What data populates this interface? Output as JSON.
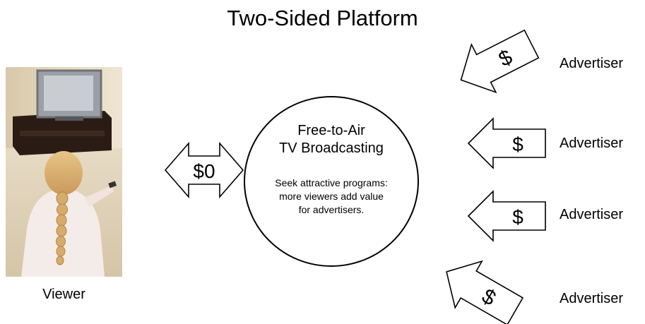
{
  "title": "Two-Sided Platform",
  "viewer": {
    "label": "Viewer",
    "exchange": "$0"
  },
  "platform": {
    "title_line1": "Free-to-Air",
    "title_line2": "TV Broadcasting",
    "desc_line1": "Seek attractive programs:",
    "desc_line2": "more viewers add value",
    "desc_line3": "for advertisers."
  },
  "advertisers": [
    {
      "label": "Advertiser",
      "payment": "$"
    },
    {
      "label": "Advertiser",
      "payment": "$"
    },
    {
      "label": "Advertiser",
      "payment": "$"
    },
    {
      "label": "Advertiser",
      "payment": "$"
    }
  ]
}
